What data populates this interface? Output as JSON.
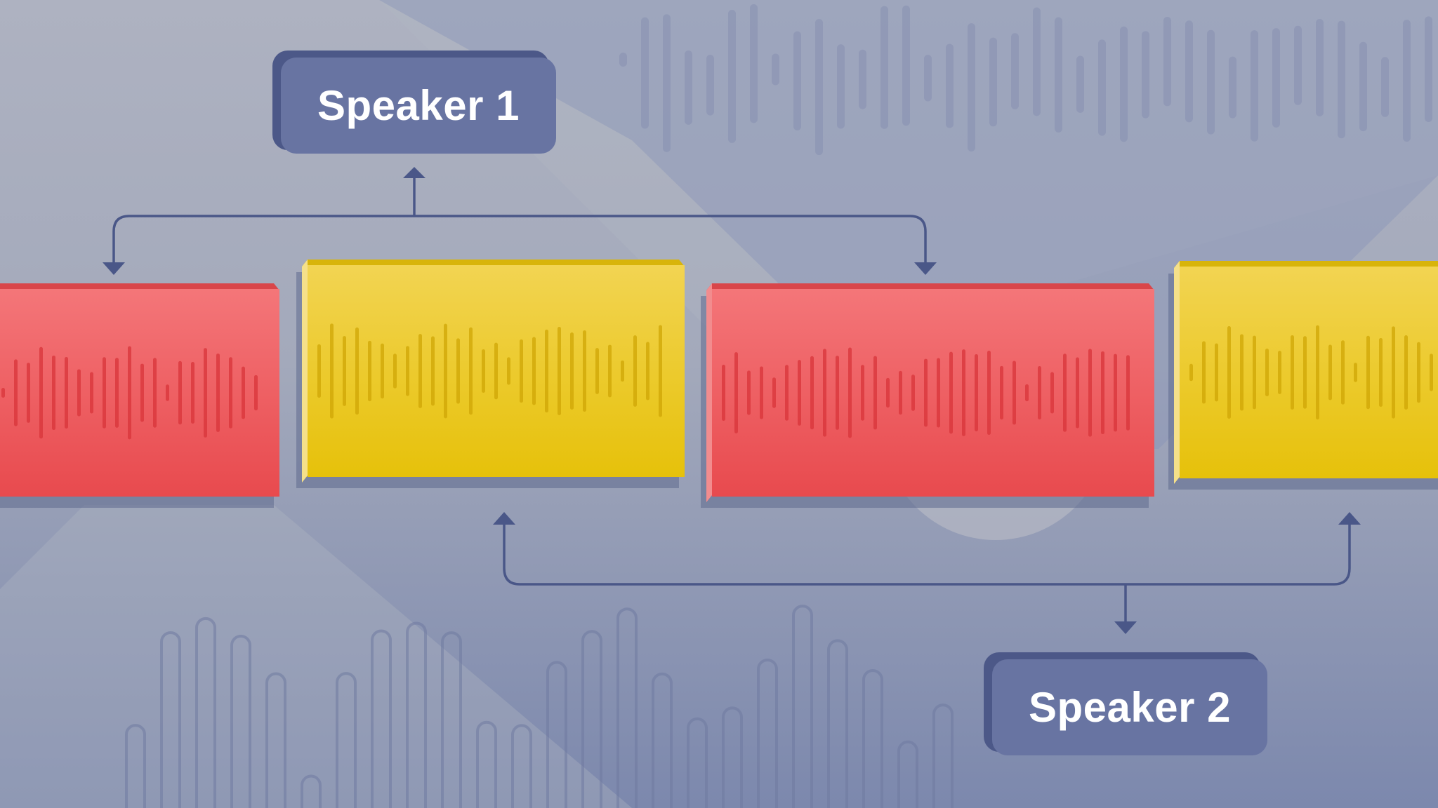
{
  "diagram": {
    "speaker_1": {
      "label": "Speaker 1"
    },
    "speaker_2": {
      "label": "Speaker 2"
    },
    "segments": [
      {
        "speaker": "speaker_1",
        "color": "#ec5a5c"
      },
      {
        "speaker": "speaker_2",
        "color": "#e9c613"
      },
      {
        "speaker": "speaker_1",
        "color": "#ec5a5c"
      },
      {
        "speaker": "speaker_2",
        "color": "#e9c613"
      }
    ]
  },
  "colors": {
    "background_top": "#aeb2c0",
    "background_bottom": "#7e8aae",
    "label_box": "#6471a0",
    "connector": "#4a5788",
    "speaker_1_segment": "#ec5a5c",
    "speaker_2_segment": "#e9c613"
  }
}
